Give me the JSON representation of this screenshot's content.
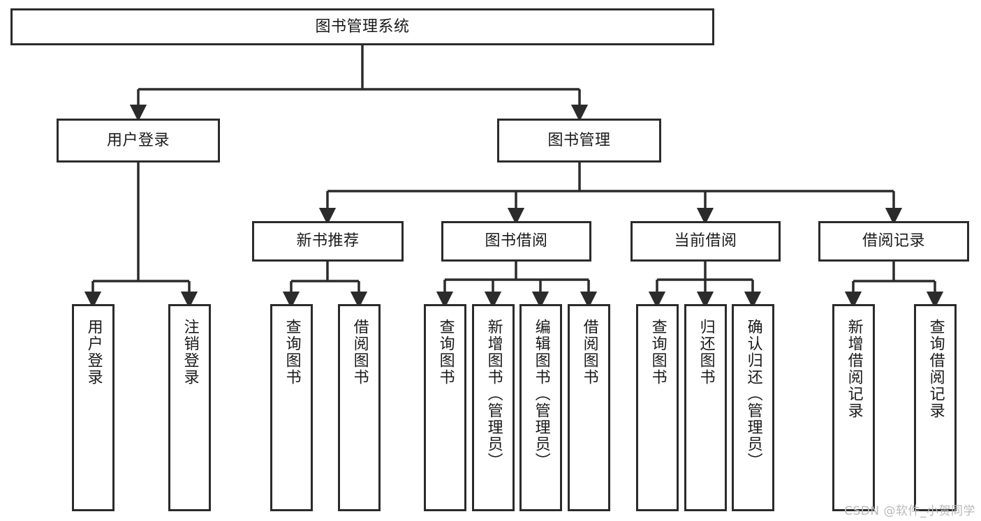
{
  "diagram": {
    "type": "tree",
    "title": "图书管理系统",
    "watermark": "CSDN @软件_小贺同学",
    "colors": {
      "box_border": "#2b2b2b",
      "box_fill": "#ffffff",
      "line": "#2b2b2b",
      "text": "#1a1a1a",
      "watermark": "#b9b9b9"
    },
    "levels": {
      "root": {
        "label": "图书管理系统"
      },
      "level2": [
        {
          "label": "用户登录"
        },
        {
          "label": "图书管理"
        }
      ],
      "level3": [
        {
          "label": "新书推荐"
        },
        {
          "label": "图书借阅"
        },
        {
          "label": "当前借阅"
        },
        {
          "label": "借阅记录"
        }
      ],
      "leaves": [
        {
          "label": "用户登录",
          "parent": "用户登录"
        },
        {
          "label": "注销登录",
          "parent": "用户登录"
        },
        {
          "label": "查询图书",
          "parent": "新书推荐"
        },
        {
          "label": "借阅图书",
          "parent": "新书推荐"
        },
        {
          "label": "查询图书",
          "parent": "图书借阅"
        },
        {
          "label": "新增图书（管理员）",
          "parent": "图书借阅"
        },
        {
          "label": "编辑图书（管理员）",
          "parent": "图书借阅"
        },
        {
          "label": "借阅图书",
          "parent": "图书借阅"
        },
        {
          "label": "查询图书",
          "parent": "当前借阅"
        },
        {
          "label": "归还图书",
          "parent": "当前借阅"
        },
        {
          "label": "确认归还（管理员）",
          "parent": "当前借阅"
        },
        {
          "label": "新增借阅记录",
          "parent": "借阅记录"
        },
        {
          "label": "查询借阅记录",
          "parent": "借阅记录"
        }
      ]
    }
  }
}
